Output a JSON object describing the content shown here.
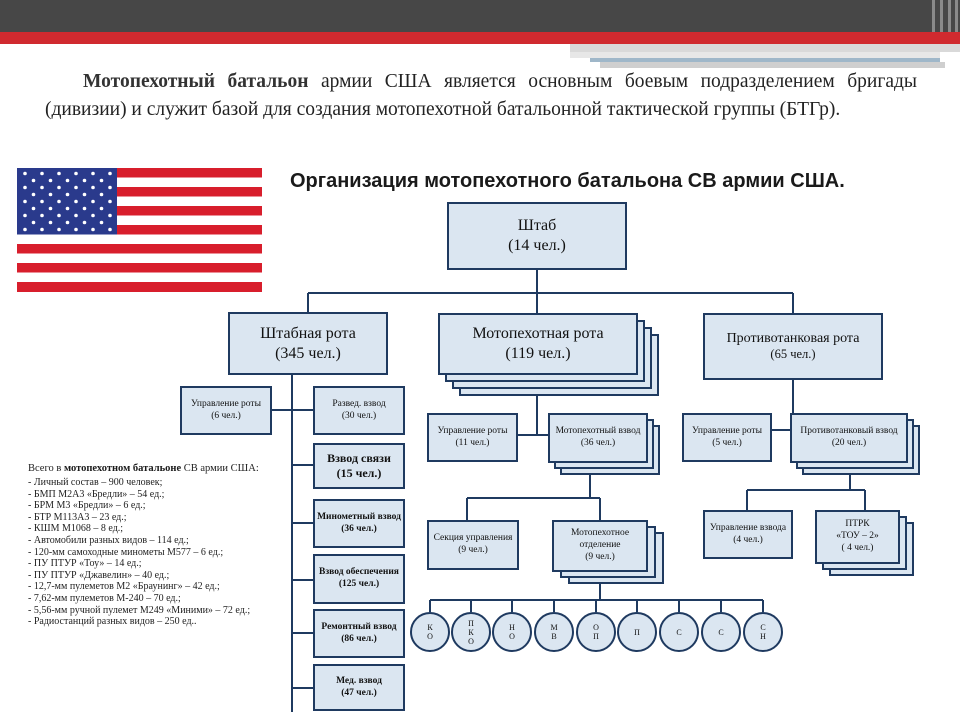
{
  "intro": {
    "lead": "Мотопехотный батальон",
    "text": " армии США является основным боевым подразделением бригады (дивизии) и служит базой для создания мотопехотной батальонной тактической группы (БТГр)."
  },
  "title": "Организация мотопехотного батальона СВ армии США.",
  "colors": {
    "box_fill": "#dbe6f1",
    "box_border": "#1f3a60",
    "accent_red": "#d02a2f",
    "topbar": "#474747"
  },
  "hq": {
    "label": "Штаб",
    "count": "(14 чел.)"
  },
  "companies": {
    "hq_company": {
      "label": "Штабная рота",
      "count": "(345 чел.)"
    },
    "infantry_company": {
      "label": "Мотопехотная рота",
      "count": "(119 чел.)"
    },
    "antitank_company": {
      "label": "Противотанковая рота",
      "count": "(65 чел.)"
    }
  },
  "hq_units": {
    "company_mgmt": {
      "label": "Управление роты",
      "count": "(6 чел.)"
    },
    "recon": {
      "label": "Развед. взвод",
      "count": "(30 чел.)"
    },
    "signal": {
      "label": "Взвод связи",
      "count": "(15 чел.)"
    },
    "mortar": {
      "label": "Минометный взвод",
      "count": "(36 чел.)"
    },
    "support": {
      "label": "Взвод обеспечения",
      "count": "(125 чел.)"
    },
    "repair": {
      "label": "Ремонтный взвод",
      "count": "(86 чел.)"
    },
    "medical": {
      "label": "Мед. взвод",
      "count": "(47 чел.)"
    }
  },
  "infantry_units": {
    "company_mgmt": {
      "label": "Управление роты",
      "count": "(11 чел.)"
    },
    "platoon": {
      "label": "Мотопехотный взвод",
      "count": "(36 чел.)"
    },
    "mgmt_section": {
      "label": "Секция управления",
      "count": "(9 чел.)"
    },
    "squad": {
      "label": "Мотопехотное отделение",
      "count": "(9 чел.)"
    }
  },
  "antitank_units": {
    "company_mgmt": {
      "label": "Управление роты",
      "count": "(5 чел.)"
    },
    "platoon": {
      "label": "Противотанковый взвод",
      "count": "(20 чел.)"
    },
    "platoon_mgmt": {
      "label": "Управление взвода",
      "count": "(4 чел.)"
    },
    "ptrk": {
      "label": "ПТРК",
      "sub": "«ТОУ – 2»",
      "count": "( 4 чел.)"
    }
  },
  "circles": [
    [
      "К",
      "О"
    ],
    [
      "П",
      "К",
      "О"
    ],
    [
      "Н",
      "О"
    ],
    [
      "М",
      "В"
    ],
    [
      "О",
      "П"
    ],
    [
      "П"
    ],
    [
      "С"
    ],
    [
      "С"
    ],
    [
      "С",
      "Н"
    ]
  ],
  "totals": {
    "head_pre": "Всего в ",
    "head_bold": "мотопехотном батальоне",
    "head_post": " СВ армии США:",
    "items": [
      "Личный состав – 900 человек;",
      "БМП М2А3 «Бредли» – 54 ед.;",
      "БРМ М3 «Бредли» – 6 ед.;",
      "БТР М113А3 – 23 ед.;",
      "КШМ М1068 – 8 ед.;",
      "Автомобили разных видов – 114 ед.;",
      "120-мм самоходные минометы М577 – 6 ед.;",
      "ПУ ПТУР «Тоу» – 14 ед.;",
      "ПУ ПТУР «Джавелин» – 40 ед.;",
      "12,7-мм пулеметов М2 «Браунинг» – 42 ед.;",
      "7,62-мм пулеметов М-240 – 70 ед.;",
      "5,56-мм ручной пулемет М249 «Миними» – 72 ед.;",
      "Радиостанций разных видов – 250 ед.."
    ]
  }
}
